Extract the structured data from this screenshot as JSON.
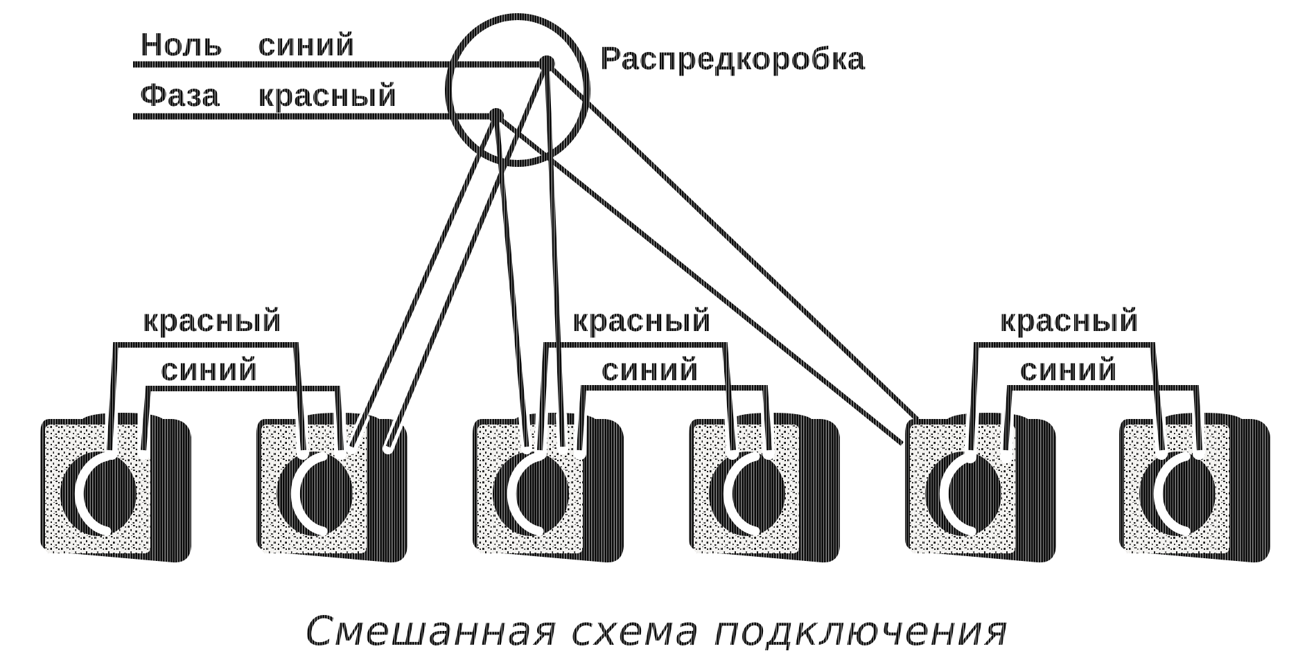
{
  "colors": {
    "ink": "#0b0b0b",
    "paper": "#ffffff"
  },
  "supply": {
    "neutral_name": "Ноль",
    "neutral_color": "синий",
    "phase_name": "Фаза",
    "phase_color": "красный"
  },
  "junction_box": {
    "label": "Распредкоробка"
  },
  "pairs": [
    {
      "red": "красный",
      "blue": "синий"
    },
    {
      "red": "красный",
      "blue": "синий"
    },
    {
      "red": "красный",
      "blue": "синий"
    }
  ],
  "socket_count": 6,
  "title": "Смешанная схема подключения"
}
